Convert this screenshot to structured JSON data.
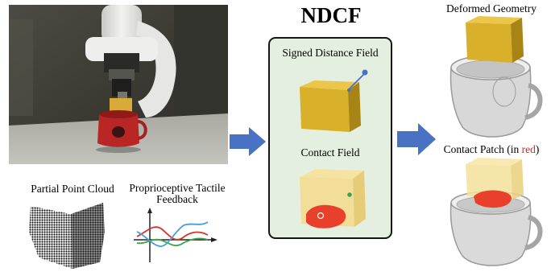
{
  "title": "NDCF",
  "labels": {
    "signed_distance_field": "Signed Distance Field",
    "contact_field": "Contact Field",
    "deformed_geometry": "Deformed Geometry",
    "contact_patch_prefix": "Contact Patch (in ",
    "contact_patch_red": "red",
    "contact_patch_suffix": ")",
    "partial_point_cloud": "Partial Point Cloud",
    "proprioceptive_line1": "Proprioceptive Tactile",
    "proprioceptive_line2": "Feedback"
  },
  "colors": {
    "arrow_blue": "#4a72c4",
    "panel_green": "#e5efe0",
    "sponge_yellow": "#d9b02a",
    "contact_red": "#e8402a",
    "plot_red": "#d8302a",
    "plot_green": "#3aa546",
    "plot_blue": "#4a9ed8"
  }
}
